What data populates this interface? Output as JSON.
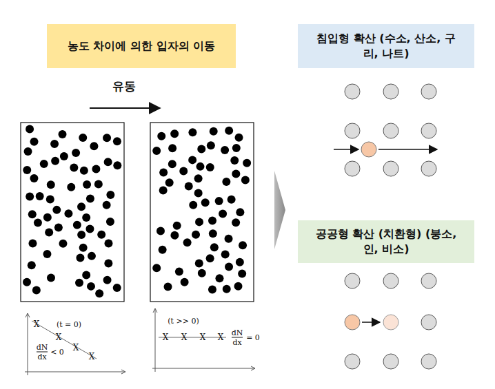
{
  "diagram": {
    "nodes": [
      {
        "text": [
          "농도 차이에 의한 입자의 이동"
        ]
      },
      {
        "text": [
          "침입형 확산 (수소, 산소, 구리, 나트)"
        ]
      },
      {
        "text": [
          "공공형 확산 (치환형) (붕소, 인, 비소)"
        ]
      }
    ],
    "labels": [
      "유동",
      "X",
      "X",
      "X",
      "X",
      "(t = 0)",
      "dN",
      "dx",
      "< 0",
      "X",
      "X",
      "X",
      "X",
      "(t >> 0)",
      "dN",
      "dx",
      "= 0"
    ]
  }
}
